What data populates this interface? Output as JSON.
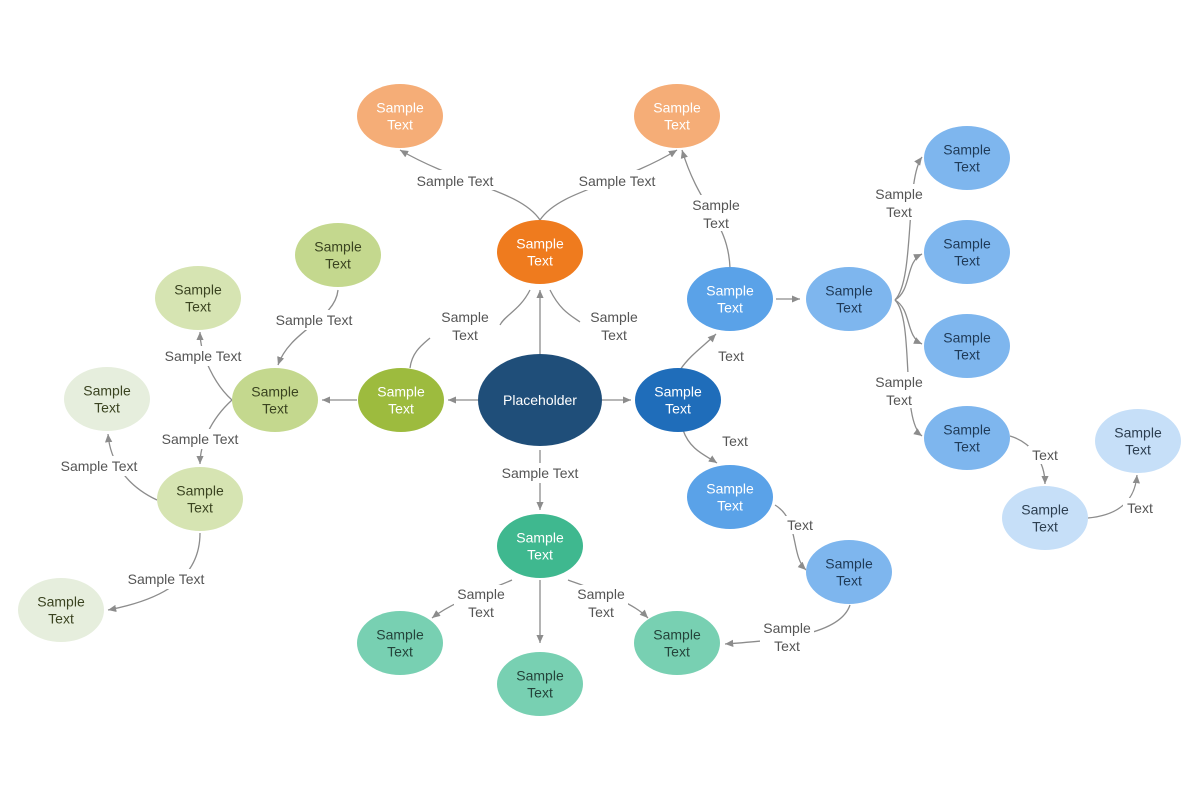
{
  "colors": {
    "center": "#1f4e79",
    "orange": "#ef7b1e",
    "orange_light": "#f5ad77",
    "blue": "#1f6dba",
    "blue_mid": "#5aa2e8",
    "blue_light": "#7eb6ee",
    "blue_pale": "#c6dff8",
    "teal": "#3fb88f",
    "teal_light": "#78d0b2",
    "green": "#9dbb3e",
    "green_mid": "#c4d88e",
    "green_light": "#d6e4b2",
    "green_pale": "#e6eedd",
    "edge": "#8c8c8c",
    "edge_label": "#555555"
  },
  "nodes": {
    "center": "Placeholder",
    "orange_main": [
      "Sample",
      "Text"
    ],
    "orange_left": [
      "Sample",
      "Text"
    ],
    "orange_right": [
      "Sample",
      "Text"
    ],
    "blue_main": [
      "Sample",
      "Text"
    ],
    "blue_upper": [
      "Sample",
      "Text"
    ],
    "blue_hub": [
      "Sample",
      "Text"
    ],
    "blue_r1": [
      "Sample",
      "Text"
    ],
    "blue_r2": [
      "Sample",
      "Text"
    ],
    "blue_r3": [
      "Sample",
      "Text"
    ],
    "blue_r4": [
      "Sample",
      "Text"
    ],
    "blue_pale_low": [
      "Sample",
      "Text"
    ],
    "blue_pale_high": [
      "Sample",
      "Text"
    ],
    "blue_lower": [
      "Sample",
      "Text"
    ],
    "blue_lower2": [
      "Sample",
      "Text"
    ],
    "teal_main": [
      "Sample",
      "Text"
    ],
    "teal_left": [
      "Sample",
      "Text"
    ],
    "teal_bottom": [
      "Sample",
      "Text"
    ],
    "teal_right": [
      "Sample",
      "Text"
    ],
    "green_main": [
      "Sample",
      "Text"
    ],
    "green_hub": [
      "Sample",
      "Text"
    ],
    "green_top": [
      "Sample",
      "Text"
    ],
    "green_upleft": [
      "Sample",
      "Text"
    ],
    "green_mid": [
      "Sample",
      "Text"
    ],
    "green_left": [
      "Sample",
      "Text"
    ],
    "green_bottom": [
      "Sample",
      "Text"
    ]
  },
  "edge_labels": {
    "orange_left": "Sample Text",
    "orange_right": "Sample Text",
    "blue_up_to_orange": [
      "Sample",
      "Text"
    ],
    "center_up_left": [
      "Sample",
      "Text"
    ],
    "center_up_right": [
      "Sample",
      "Text"
    ],
    "blue_up": "Text",
    "blue_hub_top": [
      "Sample",
      "Text"
    ],
    "blue_hub_bottom": [
      "Sample",
      "Text"
    ],
    "blue_r4_down": "Text",
    "blue_pale_up": "Text",
    "blue_down": "Text",
    "blue_lower_down": "Text",
    "blue_to_teal": [
      "Sample",
      "Text"
    ],
    "center_down": "Sample Text",
    "teal_left": [
      "Sample",
      "Text"
    ],
    "teal_right": [
      "Sample",
      "Text"
    ],
    "green_top": "Sample Text",
    "green_upleft": "Sample Text",
    "green_mid": "Sample Text",
    "green_left": "Sample Text",
    "green_bottom": "Sample Text"
  }
}
